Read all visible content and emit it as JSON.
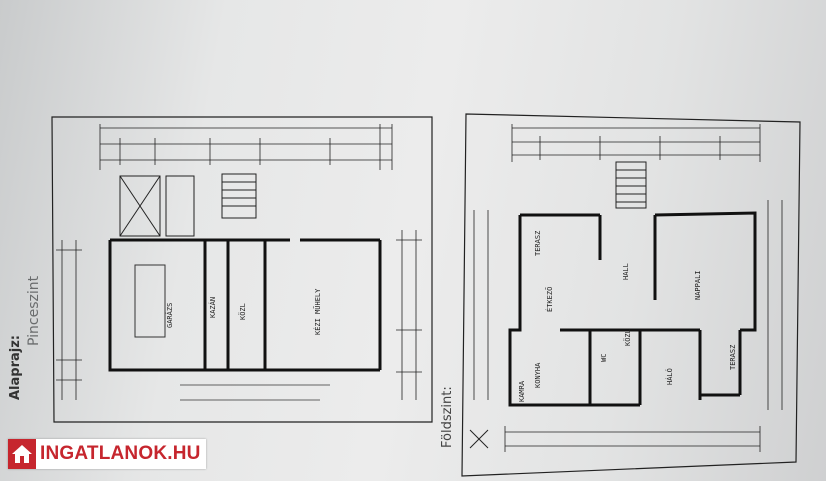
{
  "labels": {
    "pinceszint": "Pinceszint",
    "alaprajz": "Alaprajz:",
    "foldszint": "Földszint:"
  },
  "basement_rooms": {
    "garazs": "GARÁZS",
    "kazan": "KAZÁN",
    "kozl": "KÖZL",
    "kezi_muhely": "KÉZI MŰHELY"
  },
  "ground_rooms": {
    "terasz_top": "TERASZ",
    "etkezo": "ÉTKEZŐ",
    "hall": "HALL",
    "nappali": "NAPPALI",
    "konyha": "KONYHA",
    "kamra": "KAMRA",
    "wc": "WC",
    "kozl": "KÖZL",
    "halo": "HÁLÓ",
    "terasz_right": "TERASZ"
  },
  "watermark": {
    "text": "INGATLANOK.HU",
    "icon": "house-icon",
    "color": "#c6262e"
  }
}
